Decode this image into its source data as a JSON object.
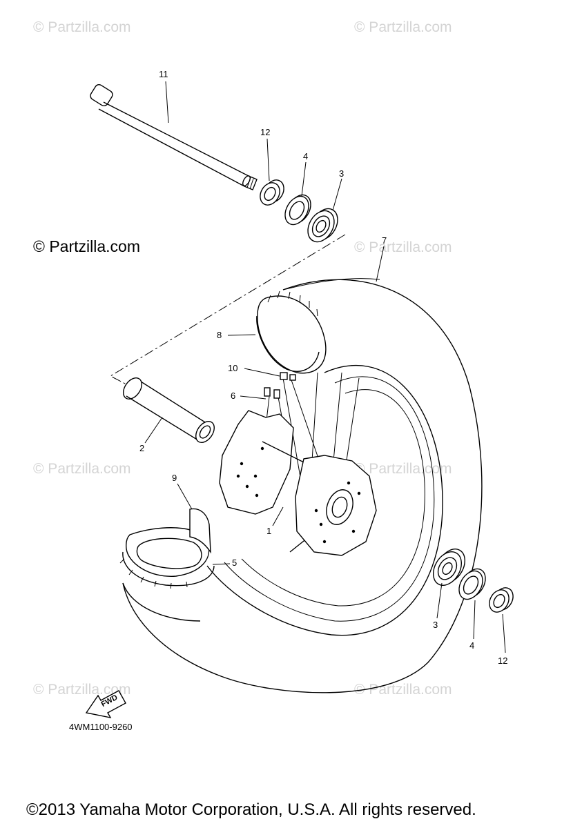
{
  "watermark": "© Partzilla.com",
  "copyright_main": "© Partzilla.com",
  "figure_code": "4WM1100-9260",
  "fwd_label": "FWD",
  "footer": "©2013 Yamaha Motor Corporation, U.S.A. All rights reserved.",
  "callouts": {
    "c1": "1",
    "c2": "2",
    "c3a": "3",
    "c3b": "3",
    "c4a": "4",
    "c4b": "4",
    "c5": "5",
    "c6": "6",
    "c7": "7",
    "c8": "8",
    "c9": "9",
    "c10": "10",
    "c11": "11",
    "c12a": "12",
    "c12b": "12"
  }
}
